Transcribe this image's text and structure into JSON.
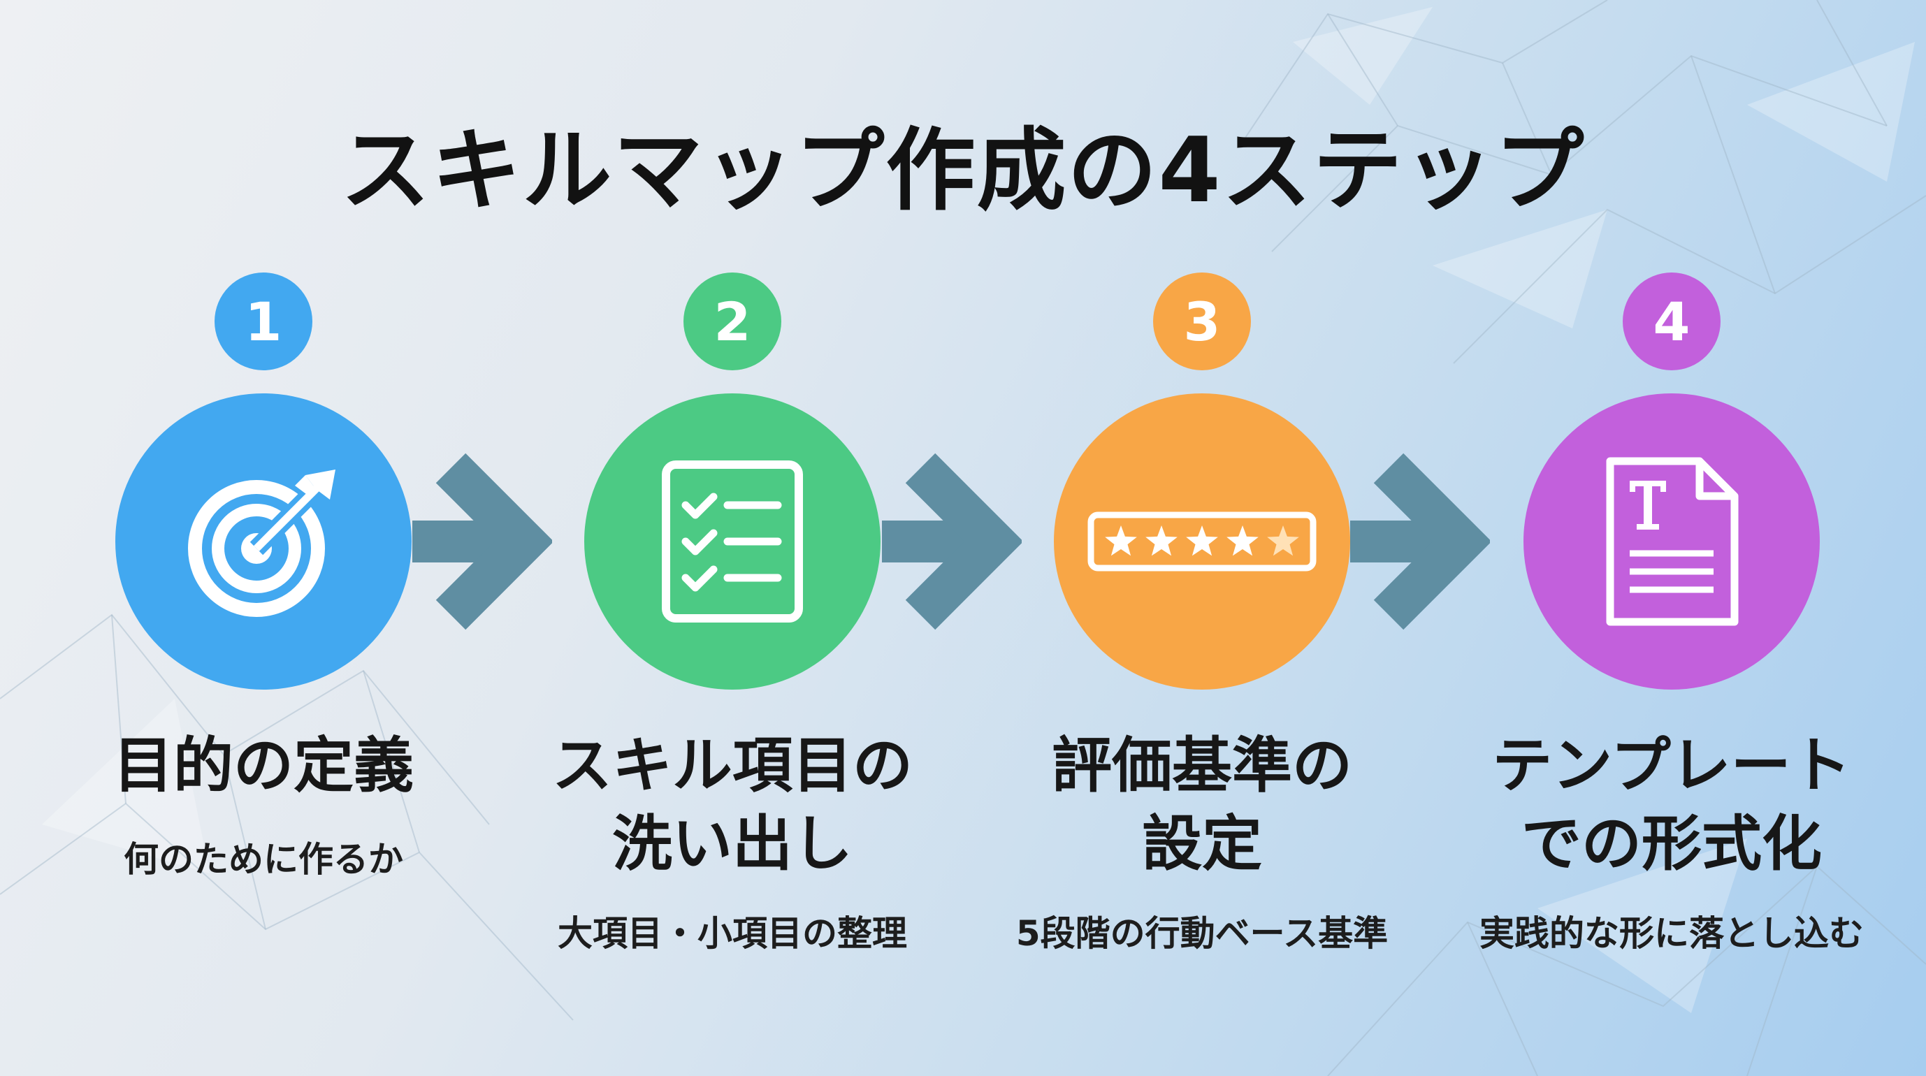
{
  "title": "スキルマップ作成の4ステップ",
  "colors": {
    "blue": "#42a8f0",
    "green": "#4cca84",
    "orange": "#f8a646",
    "purple": "#c260dc",
    "arrow": "#5f8ea2"
  },
  "steps": [
    {
      "number": "1",
      "color": "#42a8f0",
      "icon": "target-icon",
      "label_lines": [
        "目的の定義"
      ],
      "sub": "何のために作るか"
    },
    {
      "number": "2",
      "color": "#4cca84",
      "icon": "checklist-icon",
      "label_lines": [
        "スキル項目の",
        "洗い出し"
      ],
      "sub": "大項目・小項目の整理"
    },
    {
      "number": "3",
      "color": "#f8a646",
      "icon": "star-rating-icon",
      "label_lines": [
        "評価基準の",
        "設定"
      ],
      "sub": "5段階の行動ベース基準"
    },
    {
      "number": "4",
      "color": "#c260dc",
      "icon": "document-template-icon",
      "label_lines": [
        "テンプレート",
        "での形式化"
      ],
      "sub": "実践的な形に落とし込む"
    }
  ]
}
